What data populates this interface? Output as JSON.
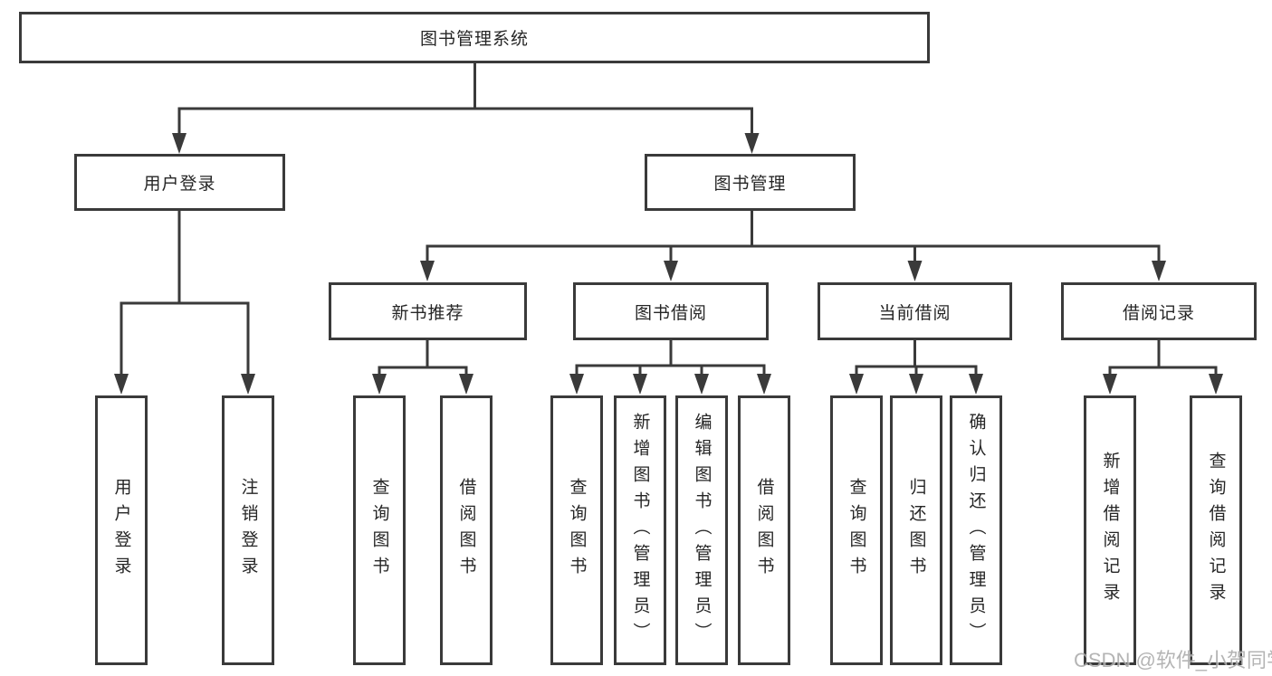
{
  "diagram": {
    "type": "tree",
    "title": "图书管理系统",
    "watermark": "CSDN @软件_小贺同学",
    "colors": {
      "background": "#ffffff",
      "box_border": "#3a3a3a",
      "connector_line": "#3a3a3a",
      "text": "#262626",
      "watermark_text": "#a8a8a8"
    },
    "nodes": {
      "root": {
        "label": "图书管理系统"
      },
      "user_login": {
        "label": "用户登录"
      },
      "book_mgmt": {
        "label": "图书管理"
      },
      "new_book_rec": {
        "label": "新书推荐"
      },
      "book_borrow": {
        "label": "图书借阅"
      },
      "current_borrow": {
        "label": "当前借阅"
      },
      "borrow_records": {
        "label": "借阅记录"
      },
      "ul_login": {
        "label": "用户登录"
      },
      "ul_logout": {
        "label": "注销登录"
      },
      "nr_query": {
        "label": "查询图书"
      },
      "nr_borrow": {
        "label": "借阅图书"
      },
      "bb_query": {
        "label": "查询图书"
      },
      "bb_add": {
        "label": "新增图书（管理员）"
      },
      "bb_edit": {
        "label": "编辑图书（管理员）"
      },
      "bb_borrow": {
        "label": "借阅图书"
      },
      "cb_query": {
        "label": "查询图书"
      },
      "cb_return": {
        "label": "归还图书"
      },
      "cb_confirm": {
        "label": "确认归还（管理员）"
      },
      "br_add": {
        "label": "新增借阅记录"
      },
      "br_query": {
        "label": "查询借阅记录"
      }
    },
    "hierarchy": {
      "图书管理系统": {
        "用户登录": [
          "用户登录",
          "注销登录"
        ],
        "图书管理": {
          "新书推荐": [
            "查询图书",
            "借阅图书"
          ],
          "图书借阅": [
            "查询图书",
            "新增图书（管理员）",
            "编辑图书（管理员）",
            "借阅图书"
          ],
          "当前借阅": [
            "查询图书",
            "归还图书",
            "确认归还（管理员）"
          ],
          "借阅记录": [
            "新增借阅记录",
            "查询借阅记录"
          ]
        }
      }
    }
  }
}
